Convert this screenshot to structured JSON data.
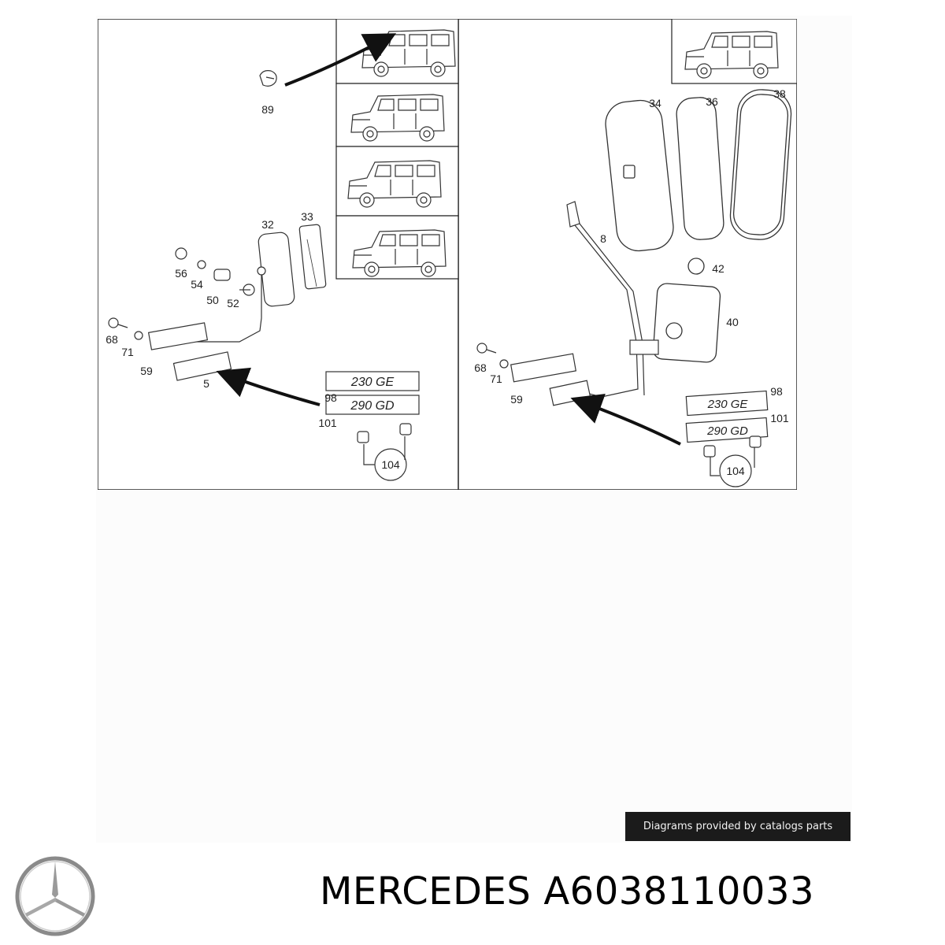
{
  "diagram": {
    "labels": {
      "l89": "89",
      "l32": "32",
      "l33": "33",
      "l56": "56",
      "l54": "54",
      "l50": "50",
      "l52": "52",
      "l68": "68",
      "l71": "71",
      "l59": "59",
      "l5": "5",
      "l98": "98",
      "l101": "101",
      "l104": "104",
      "r34": "34",
      "r36": "36",
      "r38": "38",
      "r8": "8",
      "r42": "42",
      "r40": "40",
      "r68": "68",
      "r71": "71",
      "r59": "59",
      "r98": "98",
      "r101": "101",
      "r104": "104"
    },
    "badges": {
      "ge": "230 GE",
      "gd": "290 GD"
    }
  },
  "credit": "Diagrams provided by catalogs parts",
  "brand": {
    "make": "MERCEDES",
    "part_number": "A6038110033"
  },
  "icons": {
    "logo": "mercedes-star-icon"
  }
}
